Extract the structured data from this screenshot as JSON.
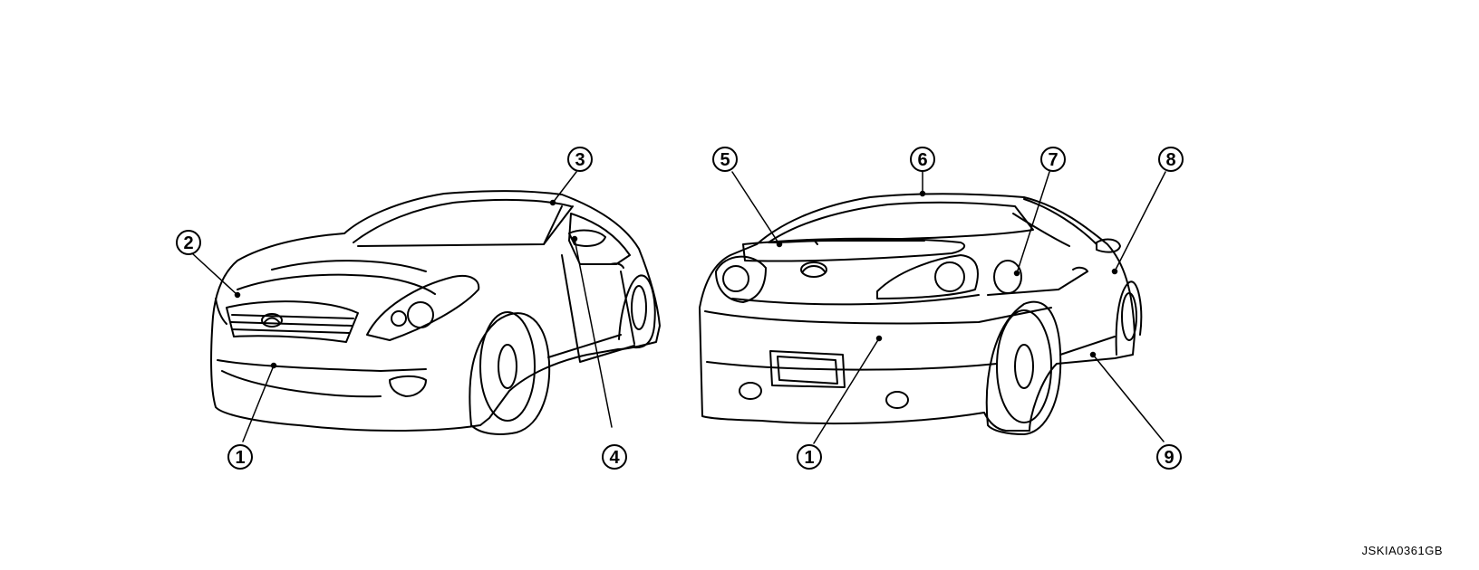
{
  "figure_code": "JSKIA0361GB",
  "callouts": [
    {
      "id": "c1a",
      "label": "1"
    },
    {
      "id": "c2",
      "label": "2"
    },
    {
      "id": "c3",
      "label": "3"
    },
    {
      "id": "c4",
      "label": "4"
    },
    {
      "id": "c5",
      "label": "5"
    },
    {
      "id": "c6",
      "label": "6"
    },
    {
      "id": "c7",
      "label": "7"
    },
    {
      "id": "c8",
      "label": "8"
    },
    {
      "id": "c1b",
      "label": "1"
    },
    {
      "id": "c9",
      "label": "9"
    }
  ],
  "colors": {
    "stroke": "#000000",
    "background": "#ffffff"
  }
}
